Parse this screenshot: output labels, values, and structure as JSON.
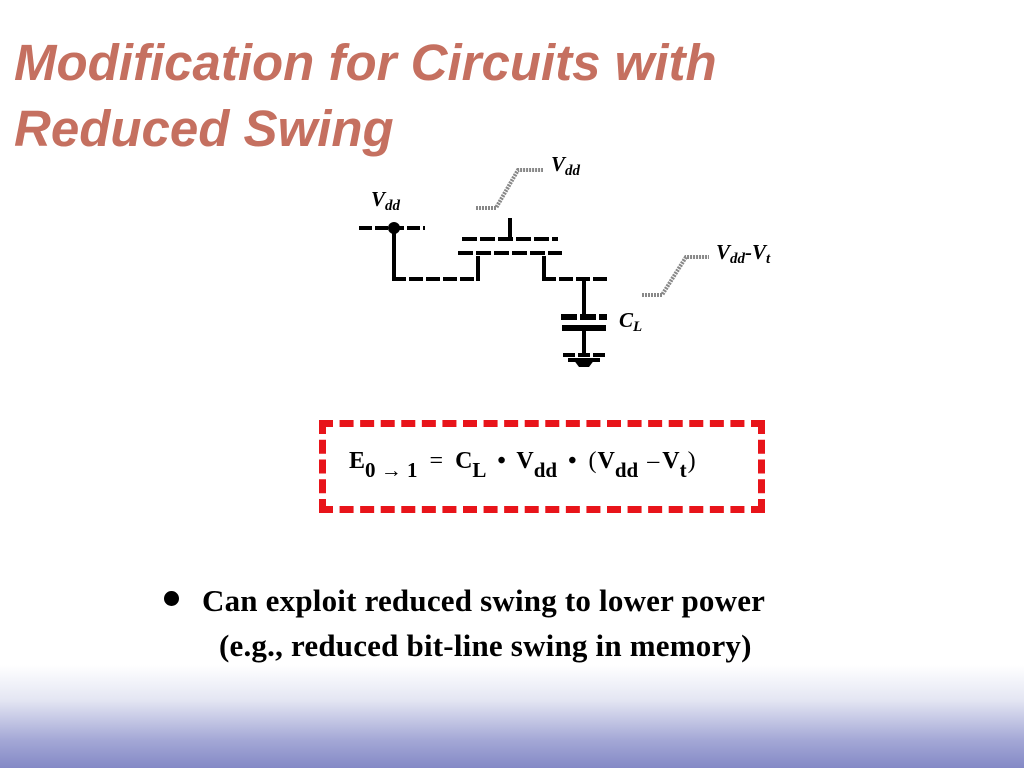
{
  "slide": {
    "title_line1": "Modification for Circuits with",
    "title_line2": "Reduced Swing"
  },
  "circuit": {
    "label_vdd_left": "V",
    "label_vdd_left_sub": "dd",
    "label_vdd_gate": "V",
    "label_vdd_gate_sub": "dd",
    "label_vout": "V",
    "label_vout_sub": "dd",
    "label_vout_mid": "-V",
    "label_vout_sub2": "t",
    "label_cl": "C",
    "label_cl_sub": "L"
  },
  "equation": {
    "e": "E",
    "e_sub": "0 → 1",
    "eq": "=",
    "cl": "C",
    "cl_sub": "L",
    "dot": "•",
    "vdd": "V",
    "vdd_sub": "dd",
    "paren_open": "(",
    "vdd2": "V",
    "vdd2_sub": "dd",
    "minus": "–",
    "vt": "V",
    "vt_sub": "t",
    "paren_close": ")"
  },
  "bullets": [
    {
      "line1": "Can exploit reduced swing to lower power",
      "line2": "(e.g., reduced bit-line swing in memory)"
    }
  ],
  "colors": {
    "title": "#c57060",
    "equation_border": "#e8141a",
    "footer_gradient": "#8489c6"
  }
}
